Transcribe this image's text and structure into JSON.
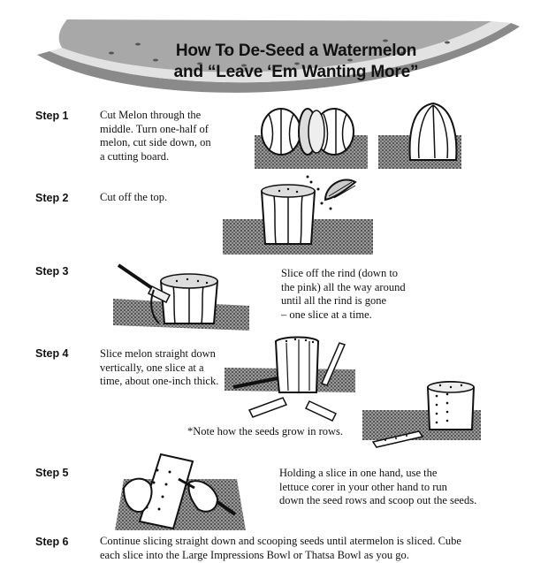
{
  "title": {
    "line1": "How To De-Seed a Watermelon",
    "line2": "and “Leave ‘Em Wanting More”"
  },
  "steps": [
    {
      "label": "Step 1",
      "lines": [
        "Cut Melon through the",
        "middle.  Turn one-half of",
        "melon, cut side down, on",
        "a cutting board."
      ]
    },
    {
      "label": "Step 2",
      "lines": [
        "Cut off the top."
      ]
    },
    {
      "label": "Step 3",
      "lines": [
        "Slice off the rind (down to",
        "the pink) all the way around",
        "until all the rind is gone",
        "– one slice at a time."
      ]
    },
    {
      "label": "Step 4",
      "lines": [
        "Slice melon straight down",
        "vertically, one slice at a",
        "time, about one-inch thick."
      ],
      "note": "*Note how the seeds grow in rows."
    },
    {
      "label": "Step 5",
      "lines": [
        "Holding a slice in one hand, use the",
        "lettuce corer in your other hand to run",
        "down the seed rows and scoop out the seeds."
      ]
    },
    {
      "label": "Step 6",
      "lines": [
        "Continue slicing straight down and scooping seeds until atermelon is sliced.  Cube",
        "each slice into the Large Impressions Bowl or Thatsa Bowl as you go."
      ]
    }
  ],
  "icons": [
    "watermelon-slice-icon",
    "halved-melon-icon",
    "melon-half-icon",
    "cut-top-icon",
    "rind-slicing-icon",
    "vertical-slicing-icon",
    "seed-scooping-icon"
  ]
}
